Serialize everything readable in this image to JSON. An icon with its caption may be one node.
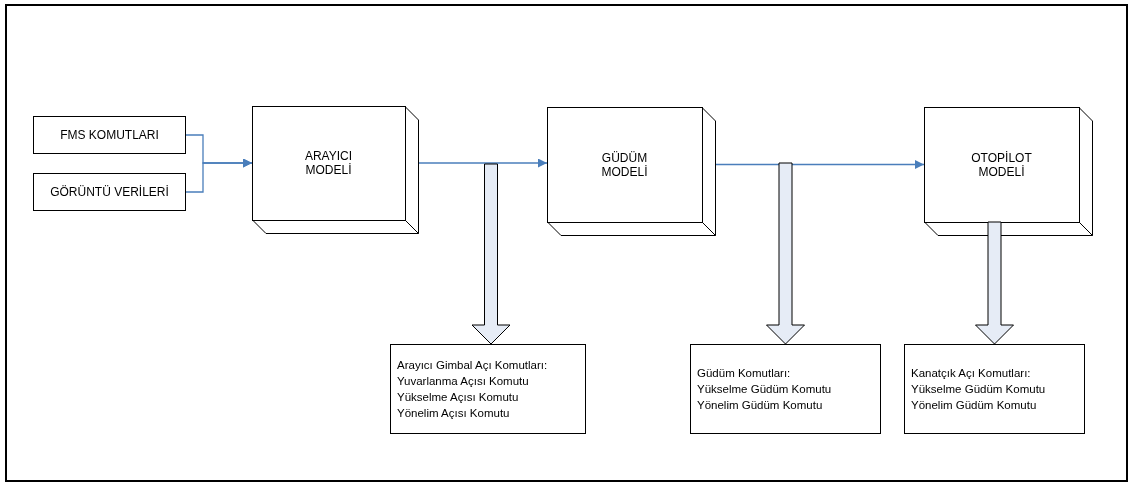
{
  "diagram": {
    "nodes": [
      {
        "text": [
          "FMS KOMUTLARI"
        ]
      },
      {
        "text": [
          "GÖRÜNTÜ VERİLERİ"
        ]
      },
      {
        "text": [
          "ARAYICI MODELİ"
        ]
      },
      {
        "text": [
          "GÜDÜM MODELİ"
        ]
      },
      {
        "text": [
          "OTOPİLOT MODELİ"
        ]
      },
      {
        "text": [
          "Arayıcı Gimbal Açı Komutları:",
          "Yuvarlanma Açısı Komutu",
          "Yükselme Açısı Komutu",
          "Yönelim Açısı Komutu"
        ]
      },
      {
        "text": [
          "Güdüm Komutları:",
          "Yükselme Güdüm Komutu",
          "Yönelim Güdüm Komutu"
        ]
      },
      {
        "text": [
          "Kanatçık Açı Komutları:",
          "Yükselme Güdüm Komutu",
          "Yönelim Güdüm Komutu"
        ]
      }
    ],
    "edges": [
      {
        "from": 0,
        "to": 2,
        "arrow": "to"
      },
      {
        "from": 1,
        "to": 2,
        "arrow": "to"
      },
      {
        "from": 2,
        "to": 3,
        "arrow": "to"
      },
      {
        "from": 3,
        "to": 4,
        "arrow": "to"
      },
      {
        "from": null,
        "to": 5,
        "arrow": "to",
        "style": "thick",
        "color": "#000000"
      },
      {
        "from": null,
        "to": 6,
        "arrow": "to",
        "style": "thick",
        "color": "#000000"
      },
      {
        "from": 4,
        "to": 7,
        "arrow": "to",
        "style": "thick",
        "color": "#000000"
      }
    ]
  }
}
